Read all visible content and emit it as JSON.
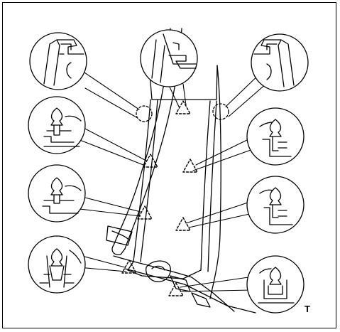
{
  "figure": {
    "corner_code": "T",
    "colors": {
      "line": "#000000",
      "background": "#ffffff"
    },
    "callouts": [
      {
        "kind": "guide-clip"
      },
      {
        "kind": "guide-clip"
      },
      {
        "kind": "guide-clip"
      },
      {
        "kind": "claw-clip"
      },
      {
        "kind": "claw-clip"
      },
      {
        "kind": "claw-clip"
      },
      {
        "kind": "claw-clip"
      },
      {
        "kind": "claw-clip"
      },
      {
        "kind": "claw-clip"
      }
    ]
  }
}
